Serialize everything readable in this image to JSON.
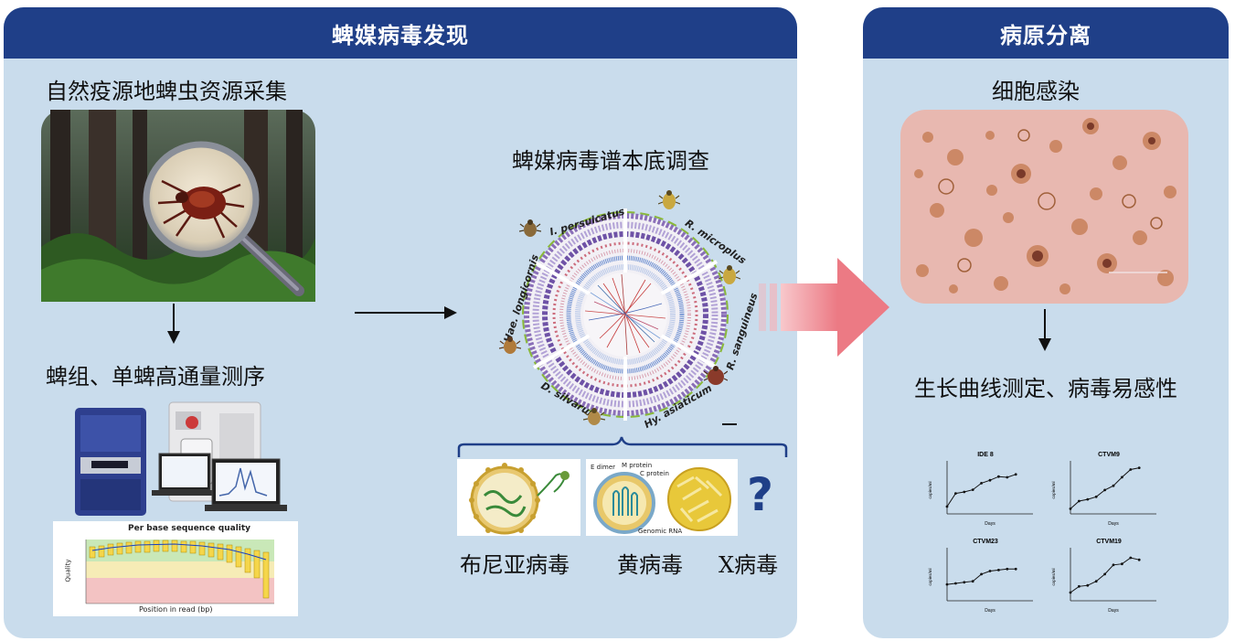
{
  "discovery": {
    "title": "蜱媒病毒发现",
    "collect_label": "自然疫源地蜱虫资源采集",
    "sequencing_label": "蜱组、单蜱高通量测序",
    "survey_label": "蜱媒病毒谱本底调查",
    "quality_chart": {
      "title": "Per base sequence quality",
      "xlabel": "Position in read (bp)",
      "ylabel": "Quality"
    },
    "tick_species": [
      "I. persulcatus",
      "R. microplus",
      "R. sanguineus",
      "Hy. asiaticum",
      "D. silvarum",
      "Hae. longicornis"
    ],
    "virus_labels": [
      "布尼亚病毒",
      "黄病毒",
      "X病毒"
    ],
    "flavi_labels": [
      "E dimer",
      "M protein",
      "C protein",
      "Genomic RNA"
    ],
    "question_mark": "?"
  },
  "isolation": {
    "title": "病原分离",
    "infection_label": "细胞感染",
    "curve_label": "生长曲线测定、病毒易感性",
    "charts_xlabel": "Days"
  },
  "chart_data": [
    {
      "type": "line",
      "title": "IDE 8",
      "xlabel": "Days",
      "ylabel": "copies/ml",
      "x": [
        0,
        1,
        2,
        3,
        4,
        5,
        6,
        7,
        8
      ],
      "values": [
        1.0,
        2.8,
        3.0,
        3.3,
        4.2,
        4.6,
        5.1,
        5.0,
        5.4
      ],
      "xlim": [
        0,
        10
      ],
      "ylim": [
        0,
        7
      ]
    },
    {
      "type": "line",
      "title": "CTVM9",
      "xlabel": "Days",
      "ylabel": "copies/ml",
      "x": [
        0,
        1,
        2,
        3,
        4,
        5,
        6,
        7,
        8
      ],
      "values": [
        0.6,
        1.5,
        1.7,
        2.0,
        2.8,
        3.3,
        4.3,
        5.2,
        5.4
      ],
      "xlim": [
        0,
        10
      ],
      "ylim": [
        0,
        6
      ]
    },
    {
      "type": "line",
      "title": "CTVM23",
      "xlabel": "Days",
      "ylabel": "copies/ml",
      "x": [
        0,
        1,
        2,
        3,
        4,
        5,
        6,
        7,
        8
      ],
      "values": [
        1.6,
        1.7,
        1.8,
        1.9,
        2.6,
        2.9,
        3.0,
        3.1,
        3.1
      ],
      "xlim": [
        0,
        10
      ],
      "ylim": [
        0,
        5
      ]
    },
    {
      "type": "line",
      "title": "CTVM19",
      "xlabel": "Days",
      "ylabel": "copies/ml",
      "x": [
        0,
        1,
        2,
        3,
        4,
        5,
        6,
        7,
        8
      ],
      "values": [
        0.8,
        1.4,
        1.5,
        1.9,
        2.6,
        3.5,
        3.6,
        4.2,
        4.0
      ],
      "xlim": [
        0,
        10
      ],
      "ylim": [
        0,
        5
      ]
    }
  ]
}
